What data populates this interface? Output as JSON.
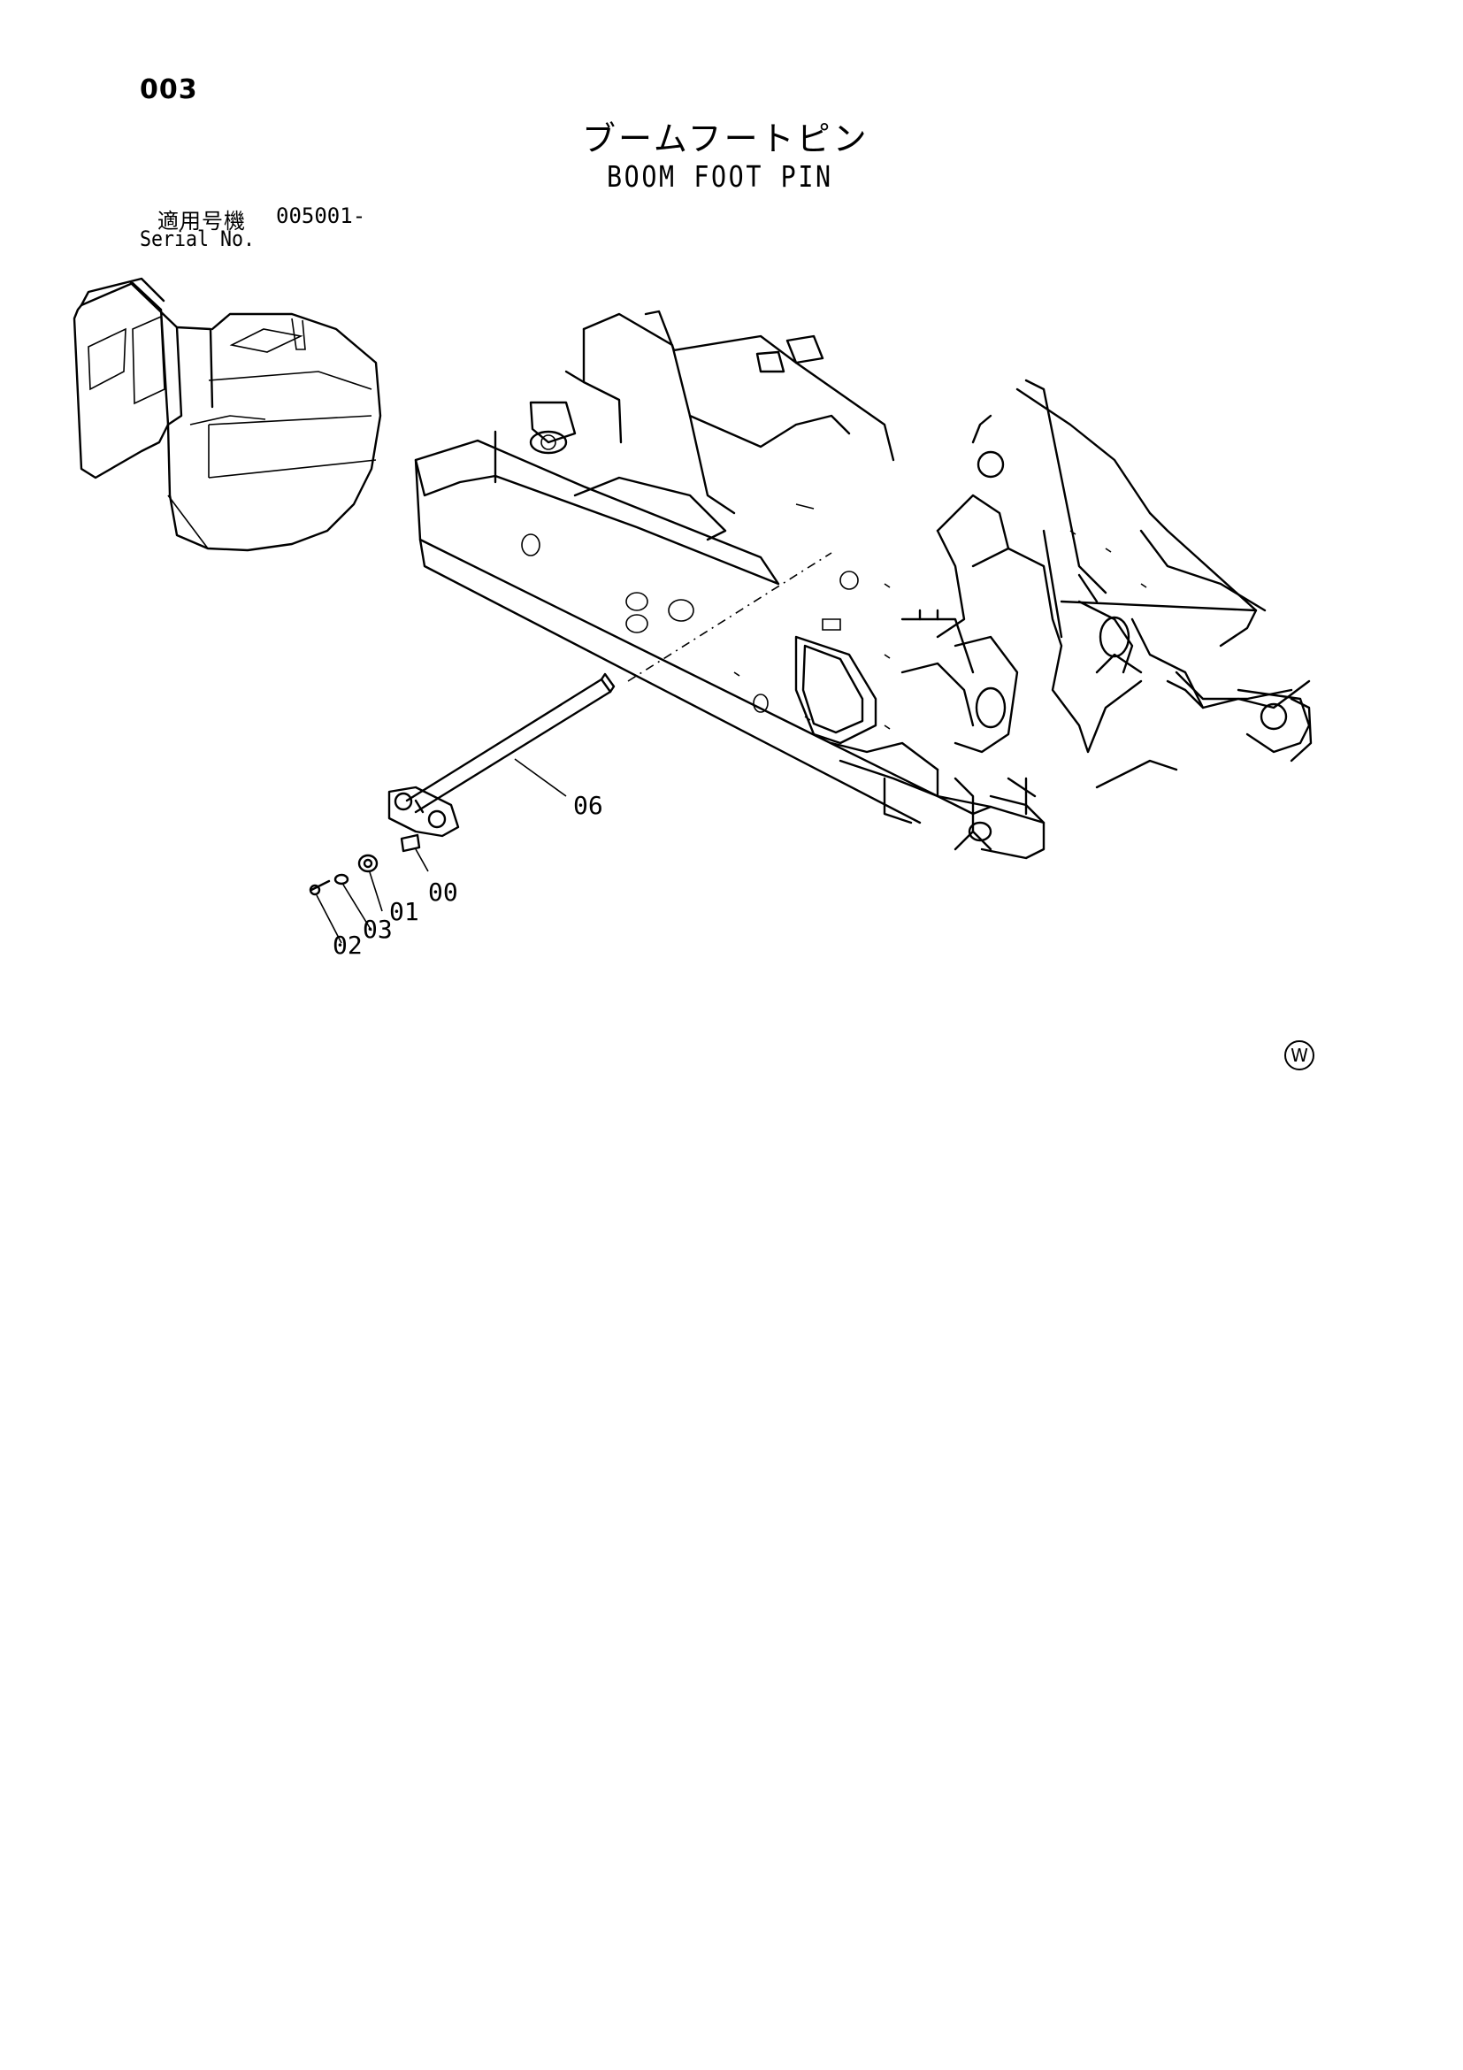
{
  "page": {
    "number": "003"
  },
  "title": {
    "japanese": "ブームフートピン",
    "english": "BOOM FOOT PIN"
  },
  "serial": {
    "label_jp": "適用号機",
    "range": "005001-",
    "label_en": "Serial No."
  },
  "callouts": {
    "c06": "06",
    "c00": "00",
    "c01": "01",
    "c03": "03",
    "c02": "02"
  },
  "mark": {
    "symbol": "W"
  }
}
